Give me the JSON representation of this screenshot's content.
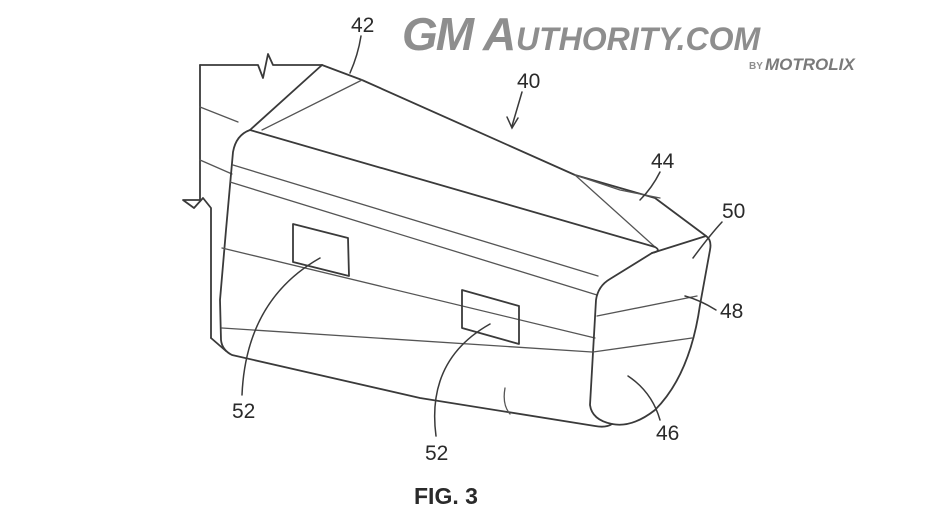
{
  "watermark": {
    "brand_gm": "GM",
    "brand_a": "A",
    "brand_rest": "UTHORITY.COM",
    "by": "BY",
    "motrolix": "MOTROLIX"
  },
  "figure": {
    "caption": "FIG. 3",
    "reference_labels": {
      "assembly": "40",
      "rear_edge": "42",
      "front_edge": "44",
      "lower_front": "46",
      "middle_band": "48",
      "upper_front": "50",
      "sensor_left": "52",
      "sensor_right": "52"
    }
  }
}
